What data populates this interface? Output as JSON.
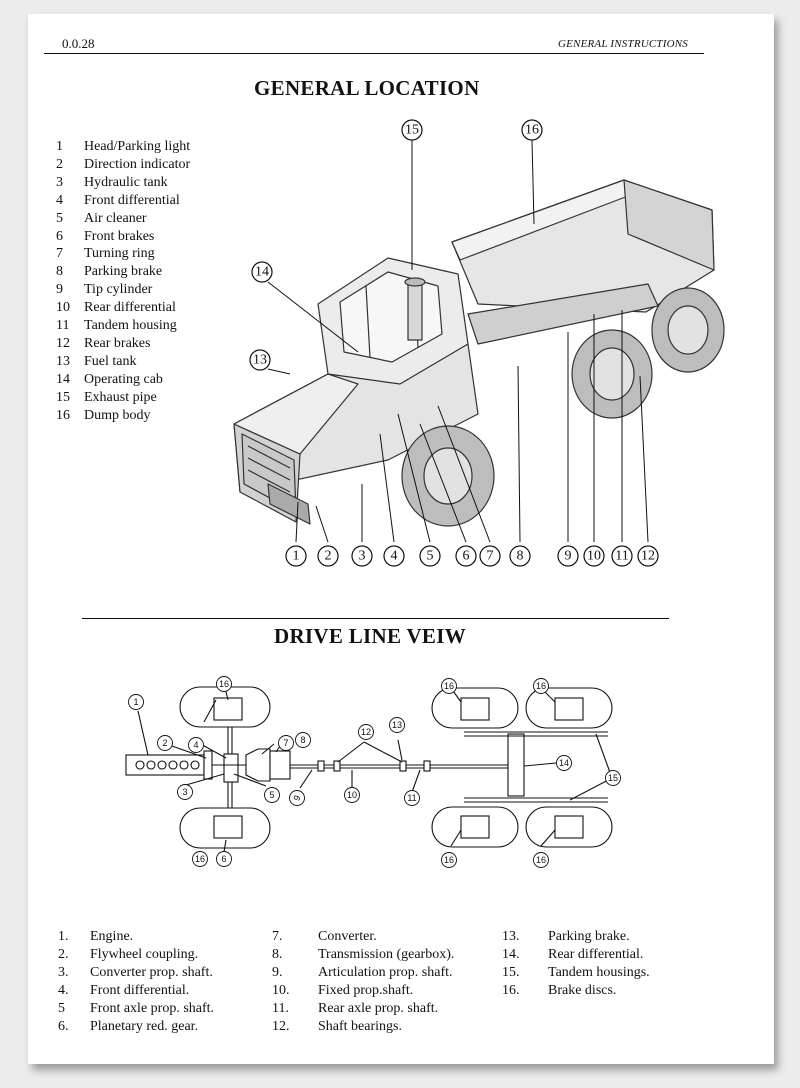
{
  "header": {
    "page_number": "0.0.28",
    "section": "GENERAL INSTRUCTIONS"
  },
  "general_location": {
    "title": "GENERAL LOCATION",
    "legend": [
      {
        "num": "1",
        "label": "Head/Parking light"
      },
      {
        "num": "2",
        "label": "Direction indicator"
      },
      {
        "num": "3",
        "label": "Hydraulic tank"
      },
      {
        "num": "4",
        "label": "Front differential"
      },
      {
        "num": "5",
        "label": "Air cleaner"
      },
      {
        "num": "6",
        "label": "Front brakes"
      },
      {
        "num": "7",
        "label": "Turning ring"
      },
      {
        "num": "8",
        "label": "Parking brake"
      },
      {
        "num": "9",
        "label": "Tip cylinder"
      },
      {
        "num": "10",
        "label": "Rear differential"
      },
      {
        "num": "11",
        "label": "Tandem housing"
      },
      {
        "num": "12",
        "label": "Rear brakes"
      },
      {
        "num": "13",
        "label": "Fuel tank"
      },
      {
        "num": "14",
        "label": "Operating cab"
      },
      {
        "num": "15",
        "label": "Exhaust pipe"
      },
      {
        "num": "16",
        "label": "Dump body"
      }
    ],
    "callouts": [
      "1",
      "2",
      "3",
      "4",
      "5",
      "6",
      "7",
      "8",
      "9",
      "10",
      "11",
      "12",
      "13",
      "14",
      "15",
      "16"
    ]
  },
  "drive_line": {
    "title": "DRIVE LINE VEIW",
    "callouts": [
      "1",
      "2",
      "3",
      "4",
      "5",
      "6",
      "7",
      "8",
      "9",
      "10",
      "11",
      "12",
      "13",
      "14",
      "15",
      "16"
    ],
    "legend_col1": [
      {
        "num": "1.",
        "label": "Engine."
      },
      {
        "num": "2.",
        "label": "Flywheel coupling."
      },
      {
        "num": "3.",
        "label": "Converter prop. shaft."
      },
      {
        "num": "4.",
        "label": "Front differential."
      },
      {
        "num": "5",
        "label": "Front axle prop. shaft."
      },
      {
        "num": "6.",
        "label": "Planetary red. gear."
      }
    ],
    "legend_col2": [
      {
        "num": "7.",
        "label": "Converter."
      },
      {
        "num": "8.",
        "label": "Transmission (gearbox)."
      },
      {
        "num": "9.",
        "label": "Articulation prop. shaft."
      },
      {
        "num": "10.",
        "label": "Fixed prop.shaft."
      },
      {
        "num": "11.",
        "label": "Rear axle prop. shaft."
      },
      {
        "num": "12.",
        "label": "Shaft bearings."
      }
    ],
    "legend_col3": [
      {
        "num": "13.",
        "label": "Parking brake."
      },
      {
        "num": "14.",
        "label": "Rear differential."
      },
      {
        "num": "15.",
        "label": "Tandem housings."
      },
      {
        "num": "16.",
        "label": "Brake discs."
      }
    ]
  }
}
